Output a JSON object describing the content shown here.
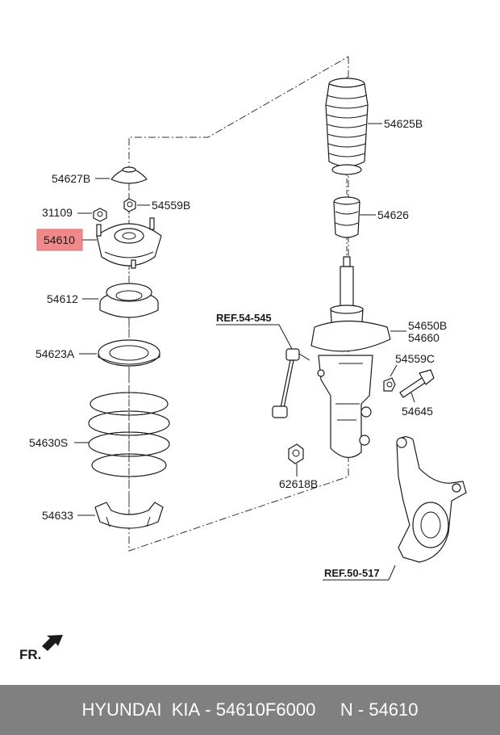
{
  "labels": {
    "p54625B": "54625B",
    "p54627B": "54627B",
    "p31109": "31109",
    "p54559B": "54559B",
    "p54610": "54610",
    "p54626": "54626",
    "p54612": "54612",
    "p54623A": "54623A",
    "p54630S": "54630S",
    "p54633": "54633",
    "p54650B": "54650B",
    "p54660": "54660",
    "p54559C": "54559C",
    "p54645": "54645",
    "p62618B": "62618B",
    "ref54545": "REF.54-545",
    "ref50517": "REF.50-517",
    "fr": "FR."
  },
  "footer": {
    "brand": "HYUNDAI  KIA",
    "separator1": " - ",
    "part_number": "54610F6000",
    "spacer": "     ",
    "n_prefix": "N - ",
    "n_value": "54610"
  },
  "colors": {
    "highlight": "#f08a8a",
    "footer_bg": "#808080",
    "footer_text": "#ffffff"
  }
}
